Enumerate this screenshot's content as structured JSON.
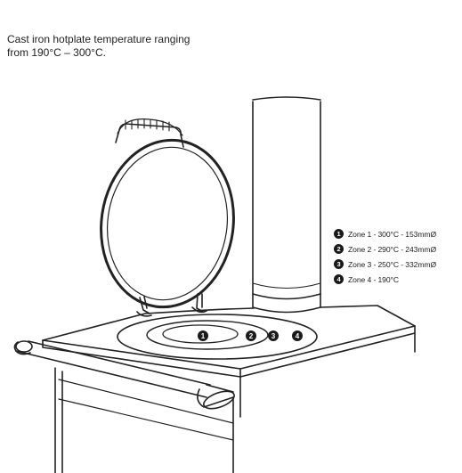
{
  "caption": {
    "line1": "Cast iron hotplate temperature ranging",
    "line2": "from 190°C – 300°C."
  },
  "legend": [
    {
      "num": "1",
      "label": "Zone 1 - 300°C - 153mmØ"
    },
    {
      "num": "2",
      "label": "Zone 2 - 290°C - 243mmØ"
    },
    {
      "num": "3",
      "label": "Zone 3 - 250°C - 332mmØ"
    },
    {
      "num": "4",
      "label": "Zone 4 - 190°C"
    }
  ],
  "zone_markers": [
    "1",
    "2",
    "3",
    "4"
  ],
  "colors": {
    "line": "#222222",
    "badge": "#1a1a1a",
    "background": "#ffffff"
  }
}
